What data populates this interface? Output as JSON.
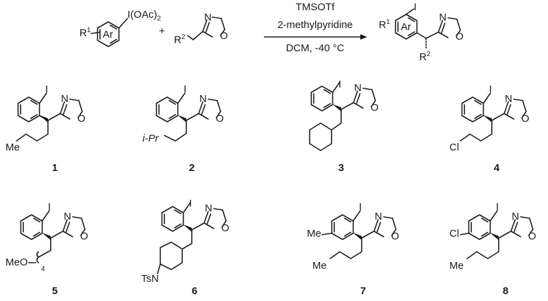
{
  "reaction": {
    "conditions": {
      "reagent": "TMSOTf",
      "base": "2-methylpyridine",
      "solvent_temp": "DCM, -40 °C"
    },
    "plus_sign": "+",
    "substrate_aryl": {
      "ring_label": "Ar",
      "r_label": "R",
      "r_sup": "1",
      "iodane": "I(OAc)",
      "iodane_sub": "2"
    },
    "substrate_oxazoline": {
      "r_label": "R",
      "r_sup": "2",
      "n": "N",
      "o": "O"
    },
    "product": {
      "ring_label": "Ar",
      "r1_label": "R",
      "r1_sup": "1",
      "iodo": "I",
      "r2_label": "R",
      "r2_sup": "2",
      "n": "N",
      "o": "O"
    }
  },
  "compounds": [
    {
      "number": "1",
      "iodo": "I",
      "n": "N",
      "o": "O",
      "label_a": "Me"
    },
    {
      "number": "2",
      "iodo": "I",
      "n": "N",
      "o": "O",
      "label_a": "i-Pr"
    },
    {
      "number": "3",
      "iodo": "I",
      "n": "N",
      "o": "O"
    },
    {
      "number": "4",
      "iodo": "I",
      "n": "N",
      "o": "O",
      "label_a": "Cl"
    },
    {
      "number": "5",
      "iodo": "I",
      "n": "N",
      "o": "O",
      "label_a": "MeO",
      "label_b": "4"
    },
    {
      "number": "6",
      "iodo": "I",
      "n": "N",
      "o": "O",
      "label_a": "TsN"
    },
    {
      "number": "7",
      "iodo": "I",
      "n": "N",
      "o": "O",
      "label_a": "Me",
      "label_b": "Me"
    },
    {
      "number": "8",
      "iodo": "I",
      "n": "N",
      "o": "O",
      "label_a": "Cl",
      "label_b": "Me"
    }
  ]
}
